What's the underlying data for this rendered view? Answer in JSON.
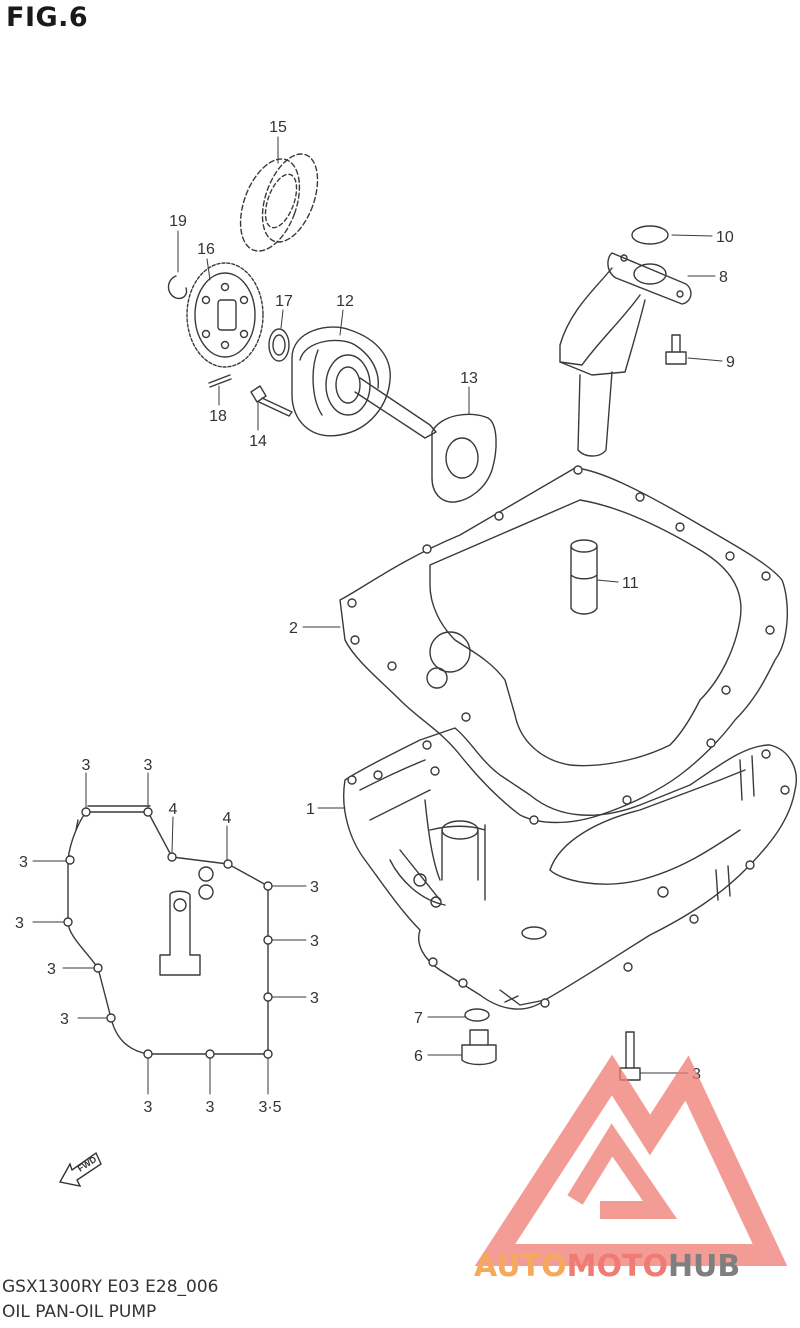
{
  "figure": {
    "title": "FIG.6"
  },
  "footer": {
    "model_code": "GSX1300RY E03 E28_006",
    "section_name": "OIL PAN-OIL PUMP"
  },
  "callouts": [
    "15",
    "19",
    "16",
    "17",
    "12",
    "18",
    "14",
    "13",
    "10",
    "8",
    "9",
    "11",
    "2",
    "1",
    "7",
    "6",
    "3",
    "4",
    "3·5"
  ],
  "fwd_indicator": {
    "text": "FWD"
  },
  "watermark": {
    "part1": "AUTO",
    "part2": "MOTO",
    "part3": "HUB"
  },
  "colors": {
    "line": "#3a3a3a",
    "watermark_red": "#f07b74",
    "watermark_orange": "#f6a85e",
    "watermark_gray": "#7f7f7f"
  }
}
